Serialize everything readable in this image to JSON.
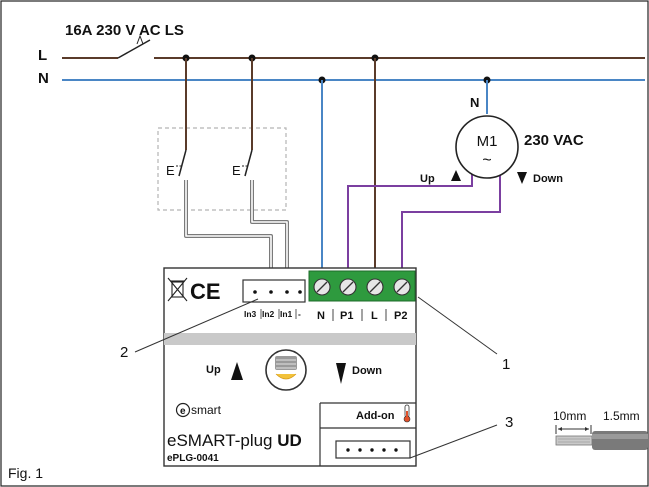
{
  "breaker_label": "16A 230 V AC LS",
  "line_labels": {
    "L": "L",
    "N": "N"
  },
  "motor": {
    "name": "M1",
    "symbol": "~",
    "voltage": "230 VAC",
    "n_label": "N",
    "up": "Up",
    "down": "Down"
  },
  "switch_labels": [
    "E",
    "E"
  ],
  "device": {
    "input_terminals": [
      "In3",
      "In2",
      "In1",
      "-"
    ],
    "output_terminals": [
      "N",
      "P1",
      "L",
      "P2"
    ],
    "up": "Up",
    "down": "Down",
    "brand": "smart",
    "brand_prefix": "e",
    "addon": "Add-on",
    "model_prefix": "eSMART-plug ",
    "model_bold": "UD",
    "sku": "ePLG-0041",
    "ce": "CE"
  },
  "callouts": [
    "1",
    "2",
    "3"
  ],
  "wire_dims": [
    "10mm",
    "1.5mm"
  ],
  "caption": "Fig. 1",
  "colors": {
    "L": "#5a3b2a",
    "N": "#4a86c5",
    "P": "#7b3fa0",
    "signal": "#7a7a7a",
    "terminal_green": "#2e9a3e"
  }
}
